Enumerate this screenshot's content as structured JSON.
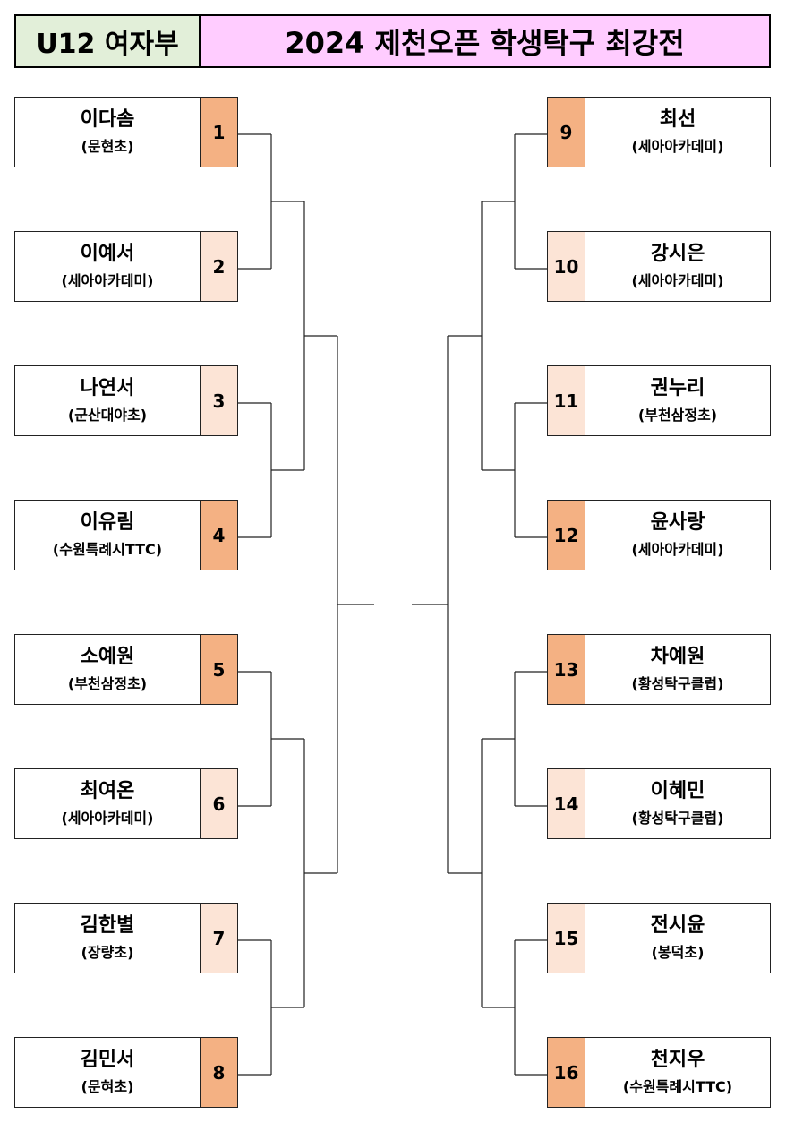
{
  "header": {
    "category": "U12 여자부",
    "title": "2024 제천오픈 학생탁구 최강전"
  },
  "colors": {
    "category_bg": "#e2efd9",
    "title_bg": "#ffccff",
    "seed_dark": "#f4b183",
    "seed_light": "#fce4d6"
  },
  "left_players": [
    {
      "seed": "1",
      "name": "이다솜",
      "team": "(문현초)",
      "shade": "dark"
    },
    {
      "seed": "2",
      "name": "이예서",
      "team": "(세아아카데미)",
      "shade": "light"
    },
    {
      "seed": "3",
      "name": "나연서",
      "team": "(군산대야초)",
      "shade": "light"
    },
    {
      "seed": "4",
      "name": "이유림",
      "team": "(수원특례시TTC)",
      "shade": "dark"
    },
    {
      "seed": "5",
      "name": "소예원",
      "team": "(부천삼정초)",
      "shade": "dark"
    },
    {
      "seed": "6",
      "name": "최여온",
      "team": "(세아아카데미)",
      "shade": "light"
    },
    {
      "seed": "7",
      "name": "김한별",
      "team": "(장량초)",
      "shade": "light"
    },
    {
      "seed": "8",
      "name": "김민서",
      "team": "(문혀초)",
      "shade": "dark"
    }
  ],
  "right_players": [
    {
      "seed": "9",
      "name": "최선",
      "team": "(세아아카데미)",
      "shade": "dark"
    },
    {
      "seed": "10",
      "name": "강시은",
      "team": "(세아아카데미)",
      "shade": "light"
    },
    {
      "seed": "11",
      "name": "권누리",
      "team": "(부천삼정초)",
      "shade": "light"
    },
    {
      "seed": "12",
      "name": "윤사랑",
      "team": "(세아아카데미)",
      "shade": "dark"
    },
    {
      "seed": "13",
      "name": "차예원",
      "team": "(황성탁구클럽)",
      "shade": "dark"
    },
    {
      "seed": "14",
      "name": "이혜민",
      "team": "(황성탁구클럽)",
      "shade": "light"
    },
    {
      "seed": "15",
      "name": "전시윤",
      "team": "(봉덕초)",
      "shade": "light"
    },
    {
      "seed": "16",
      "name": "천지우",
      "team": "(수원특례시TTC)",
      "shade": "dark"
    }
  ]
}
